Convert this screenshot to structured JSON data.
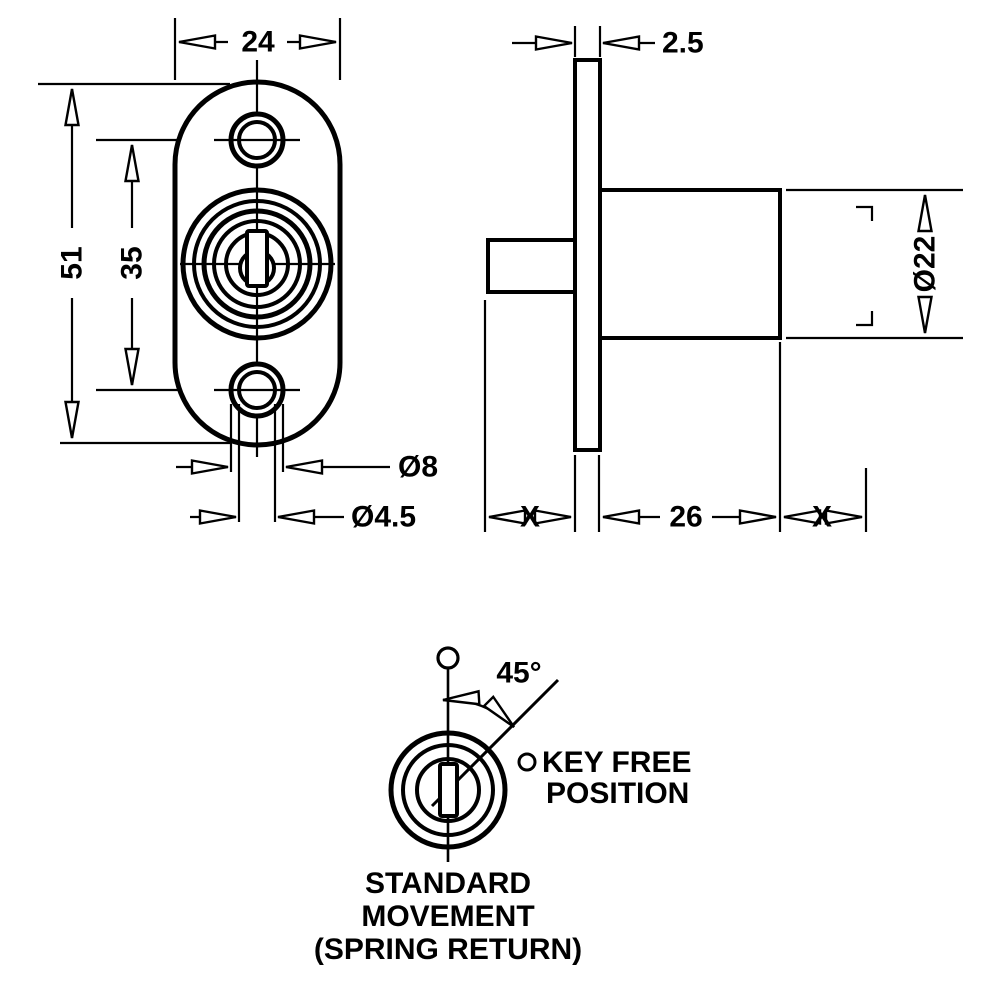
{
  "drawing": {
    "front_view": {
      "plate_width": "24",
      "plate_height": "51",
      "fixing_centres": "35",
      "hole_dia_large": "Ø8",
      "hole_dia_small": "Ø4.5"
    },
    "side_view": {
      "plate_thickness": "2.5",
      "cylinder_dia": "Ø22",
      "body_length": "26",
      "travel_front": "X",
      "travel_rear": "X"
    },
    "key_diagram": {
      "angle": "45°",
      "key_free_line1": "KEY FREE",
      "key_free_line2": "POSITION",
      "movement_line1": "STANDARD",
      "movement_line2": "MOVEMENT",
      "movement_line3": "(SPRING RETURN)"
    },
    "colors": {
      "line": "#000000",
      "background": "#ffffff"
    }
  }
}
